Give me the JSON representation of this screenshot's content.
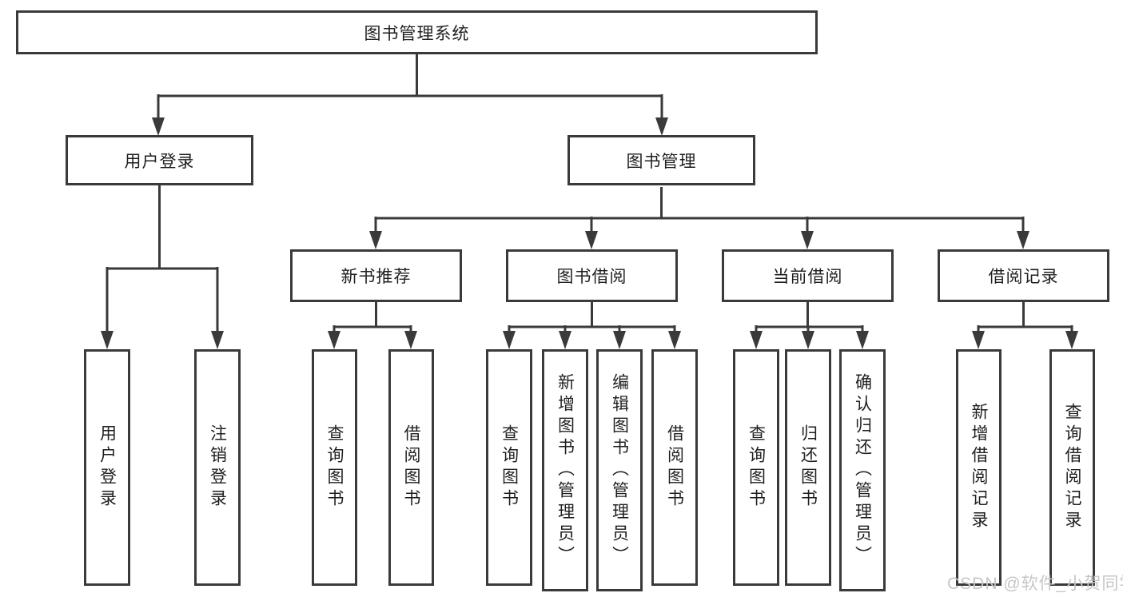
{
  "diagram": {
    "root": {
      "label": "图书管理系统"
    },
    "level2": [
      {
        "label": "用户登录"
      },
      {
        "label": "图书管理"
      }
    ],
    "level3": [
      {
        "label": "新书推荐"
      },
      {
        "label": "图书借阅"
      },
      {
        "label": "当前借阅"
      },
      {
        "label": "借阅记录"
      }
    ],
    "groups": [
      {
        "parent": "用户登录",
        "children": [
          "用户登录",
          "注销登录"
        ]
      },
      {
        "parent": "新书推荐",
        "children": [
          "查询图书",
          "借阅图书"
        ]
      },
      {
        "parent": "图书借阅",
        "children": [
          "查询图书",
          "新增图书（管理员）",
          "编辑图书（管理员）",
          "借阅图书"
        ]
      },
      {
        "parent": "当前借阅",
        "children": [
          "查询图书",
          "归还图书",
          "确认归还（管理员）"
        ]
      },
      {
        "parent": "借阅记录",
        "children": [
          "新增借阅记录",
          "查询借阅记录"
        ]
      }
    ]
  },
  "watermark": {
    "text": "CSDN @软件_小贺同学"
  },
  "colors": {
    "background": "#ffffff",
    "box_border": "#3a3a3a",
    "connector": "#3a3a3a",
    "text": "#1f1f1f",
    "watermark": "#c6c6c6"
  }
}
